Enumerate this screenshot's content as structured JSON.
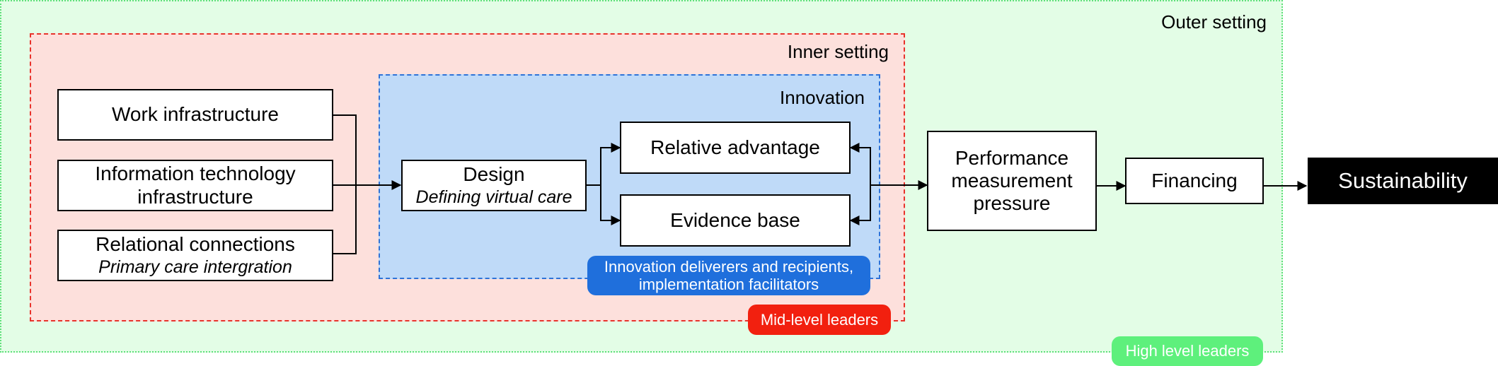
{
  "regions": {
    "outer": "Outer setting",
    "inner": "Inner setting",
    "innovation": "Innovation"
  },
  "boxes": {
    "work_infrastructure": "Work infrastructure",
    "it_infrastructure_line1": "Information technology",
    "it_infrastructure_line2": "infrastructure",
    "relational": "Relational connections",
    "relational_sub": "Primary care intergration",
    "design": "Design",
    "design_sub": "Defining virtual care",
    "relative_advantage": "Relative advantage",
    "evidence_base": "Evidence base",
    "performance_line1": "Performance",
    "performance_line2": "measurement",
    "performance_line3": "pressure",
    "financing": "Financing",
    "sustainability": "Sustainability"
  },
  "pills": {
    "innovation_deliverers_line1": "Innovation deliverers and recipients,",
    "innovation_deliverers_line2": "implementation facilitators",
    "mid_level": "Mid-level leaders",
    "high_level": "High level leaders"
  },
  "colors": {
    "outer_fill": "#e3fde6",
    "inner_fill": "#fde0dc",
    "innovation_fill": "#bfdaf8",
    "blue_pill": "#1f6fdc",
    "red_pill": "#f2200f",
    "green_pill": "#5ef07c"
  }
}
